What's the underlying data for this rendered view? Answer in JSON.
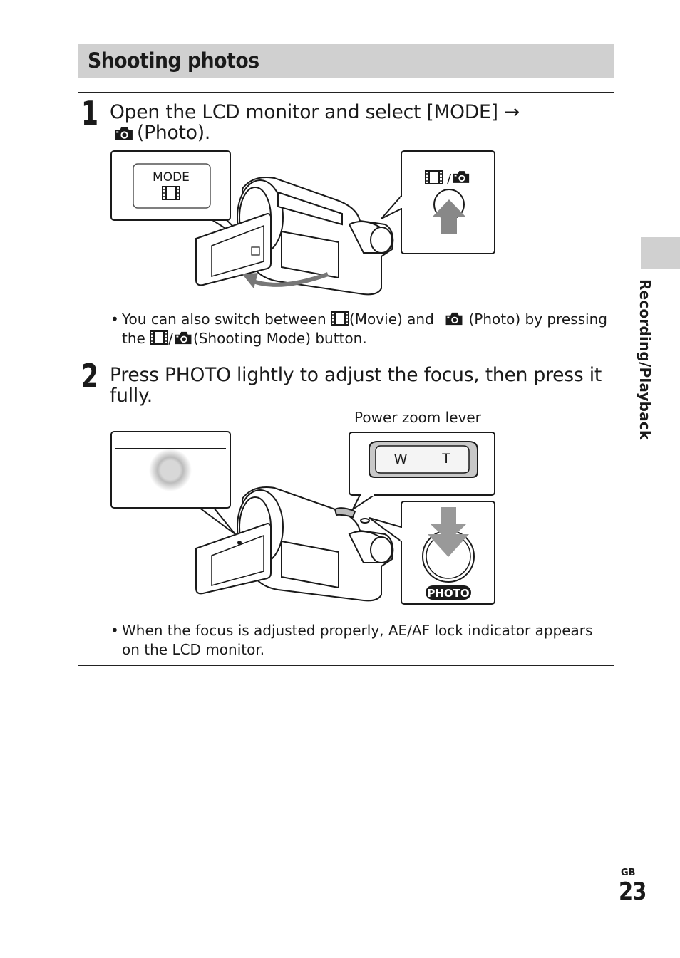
{
  "section": {
    "title": "Shooting photos"
  },
  "step1": {
    "number": "1",
    "text_line1": "Open the LCD monitor and select [MODE] →",
    "text_line2": "(Photo).",
    "figure": {
      "mode_label": "MODE"
    },
    "bullet": {
      "part1": "You can also switch between",
      "part2": "(Movie) and",
      "part3": "(Photo) by pressing",
      "part4": "the",
      "part5": "/",
      "part6": "(Shooting Mode) button."
    }
  },
  "step2": {
    "number": "2",
    "text": "Press PHOTO lightly to adjust the focus, then press it fully.",
    "figure": {
      "zoom_caption": "Power zoom lever",
      "w_label": "W",
      "t_label": "T",
      "photo_label": "PHOTO"
    },
    "bullet": "When the focus is adjusted properly, AE/AF lock indicator appears on the LCD monitor."
  },
  "side_tab": {
    "label": "Recording/Playback"
  },
  "footer": {
    "region": "GB",
    "page_number": "23"
  },
  "icons": [
    "camera-icon",
    "movie-icon",
    "arrow-right-icon",
    "push-arrow-icon"
  ],
  "colors": {
    "title_bar": "#d0d0d0",
    "text": "#1a1a1a"
  }
}
